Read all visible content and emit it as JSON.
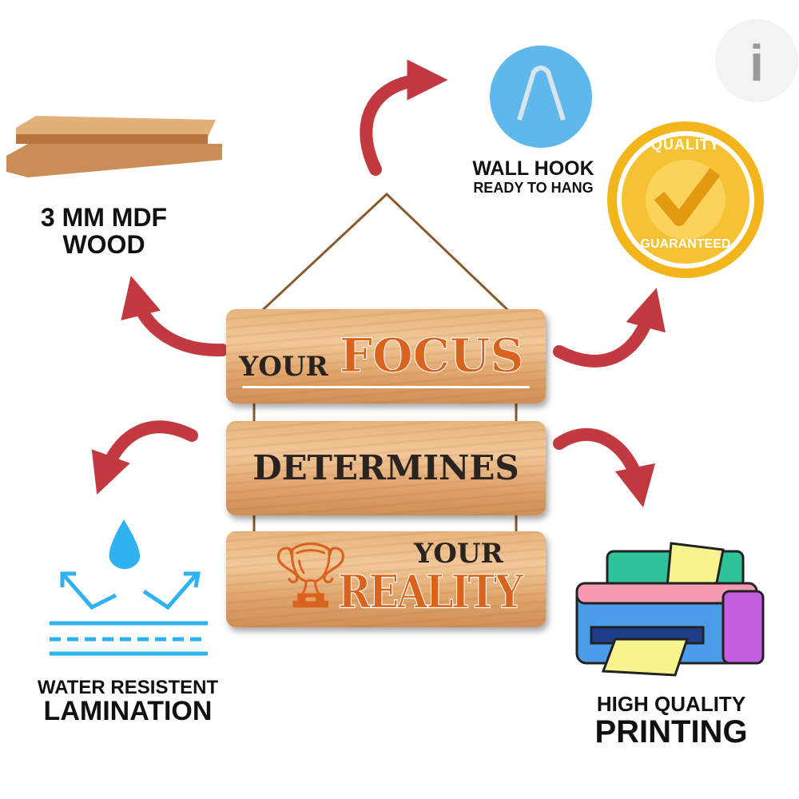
{
  "features": {
    "mdf": {
      "line1": "3 MM MDF",
      "line2": "WOOD"
    },
    "hook": {
      "title": "WALL HOOK",
      "subtitle": "READY TO HANG"
    },
    "quality_badge": {
      "top": "QUALITY",
      "bottom": "GUARANTEED"
    },
    "lamination": {
      "line1": "WATER RESISTENT",
      "line2": "LAMINATION"
    },
    "printing": {
      "line1": "HIGH QUALITY",
      "line2": "PRINTING"
    }
  },
  "sign": {
    "board1": {
      "word1": "YOUR",
      "word2": "FOCUS"
    },
    "board2": {
      "word": "DETERMINES"
    },
    "board3": {
      "word1": "YOUR",
      "word2": "REALITY"
    }
  },
  "logo": {
    "letter": "i"
  },
  "colors": {
    "arrow": "#c23a40",
    "accent_orange": "#d9621c",
    "text_dark": "#2b2320",
    "water_blue": "#2fb2f0"
  }
}
